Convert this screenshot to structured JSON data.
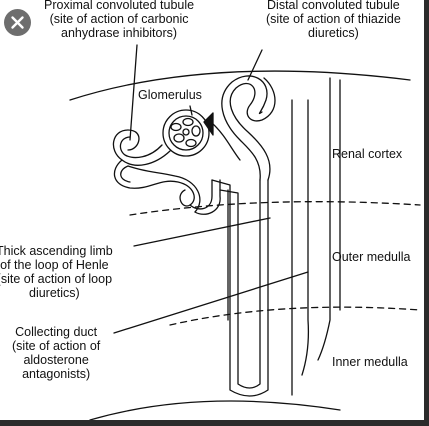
{
  "labels": {
    "pct": [
      "Proximal convoluted tubule",
      "(site of action of carbonic",
      "anhydrase inhibitors)"
    ],
    "dct": [
      "Distal convoluted tubule",
      "(site of action of thiazide",
      "diuretics)"
    ],
    "glomerulus": "Glomerulus",
    "renal_cortex": "Renal cortex",
    "outer_medulla": "Outer medulla",
    "inner_medulla": "Inner medulla",
    "thick_limb": [
      "Thick ascending limb",
      "of the loop of Henle",
      "(site of action of loop",
      "diuretics)"
    ],
    "collecting_duct": [
      "Collecting duct",
      "(site of action of",
      "aldosterone",
      "antagonists)"
    ]
  },
  "colors": {
    "stroke": "#111111",
    "viewer_background": "#2b2b2b",
    "figure_background": "#ffffff",
    "close_button": "#6e6e6e"
  },
  "close_icon": "x-icon"
}
